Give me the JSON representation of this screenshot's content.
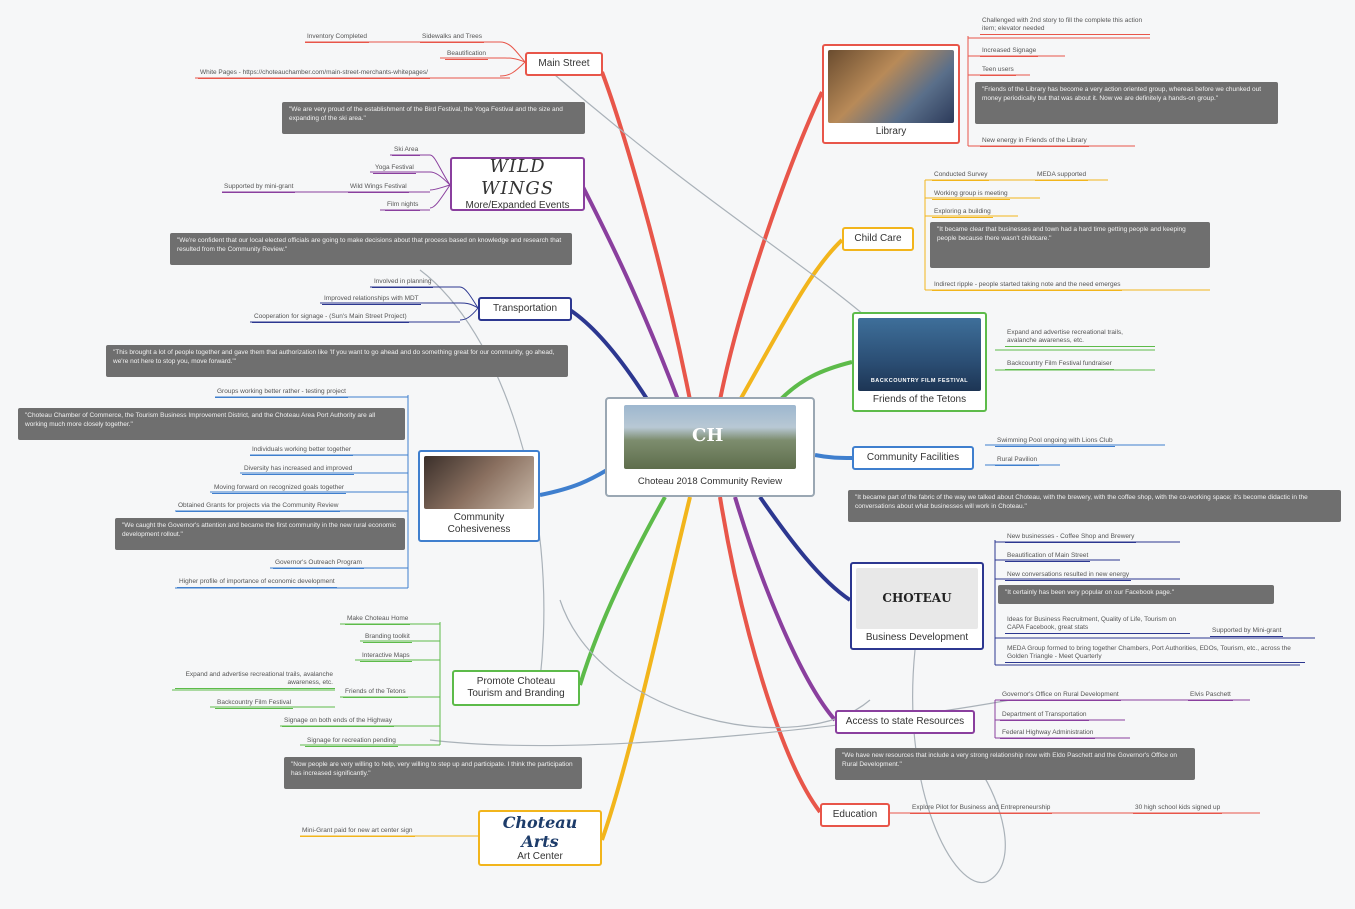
{
  "center": {
    "label": "Choteau 2018 Community Review",
    "town_logo": "CH"
  },
  "main_street": {
    "label": "Main Street",
    "inventory": "Inventory Completed",
    "sidewalks": "Sidewalks and Trees",
    "beautification": "Beautification",
    "yellow_pages": "White Pages - https://choteauchamber.com/main-street-merchants-whitepages/"
  },
  "events": {
    "label": "More/Expanded Events",
    "logo": "WILD WINGS",
    "quote": "\"We are very proud of the establishment of the Bird Festival, the Yoga Festival and the size and expanding of the ski area.\"",
    "items": [
      "Ski Area",
      "Yoga Festival",
      "Wild Wings Festival",
      "Film nights"
    ],
    "supported": "Supported by mini-grant"
  },
  "transportation": {
    "label": "Transportation",
    "quote": "\"We're confident that our local elected officials are going to make decisions about that process based on knowledge and research that resulted from the Community Review.\"",
    "items": [
      "Involved in planning",
      "Improved relationships with MDT",
      "Cooperation for signage - (Sun's Main Street Project)"
    ]
  },
  "cohesiveness": {
    "label": "Community Cohesiveness",
    "quote1": "\"This brought a lot of people together and gave them that authorization like 'If you want to go ahead and do something great for our community, go ahead, we're not here to stop you, move forward.'\"",
    "quote2": "\"Choteau Chamber of Commerce, the Tourism Business Improvement District, and the Choteau Area Port Authority are all working much more closely together.\"",
    "quote3": "\"We caught the Governor's attention and became the first community in the new rural economic development rollout.\"",
    "items": [
      "Groups working better rather - testing project",
      "Individuals working better together",
      "Diversity has increased and improved",
      "Moving forward on recognized goals together",
      "Obtained Grants for projects via the Community Review",
      "Governor's Outreach Program",
      "Higher profile of importance of economic development"
    ]
  },
  "tourism": {
    "label": "Promote Choteau Tourism and Branding",
    "items": [
      "Make Choteau Home",
      "Branding toolkit",
      "Interactive Maps",
      "Friends of the Tetons",
      "Signage on both ends of the Highway",
      "Signage for recreation pending"
    ],
    "expand": "Expand and advertise recreational trails, avalanche awareness, etc.",
    "backcountry": "Backcountry Film Festival",
    "quote": "\"Now people are very willing to help, very willing to step up and participate. I think the participation has increased significantly.\""
  },
  "art": {
    "label": "Art Center",
    "logo": "Choteau Arts",
    "item": "Mini-Grant paid for new art center sign"
  },
  "library": {
    "label": "Library",
    "items": [
      "Challenged with 2nd story to fill the complete this action item; elevator needed",
      "Increased Signage",
      "Teen users",
      "New energy in Friends of the Library"
    ],
    "quote": "\"Friends of the Library has become a very action oriented group, whereas before we chunked out money periodically but that was about it. Now we are definitely a hands-on group.\""
  },
  "childcare": {
    "label": "Child Care",
    "items": [
      "Conducted Survey",
      "Working group is meeting",
      "Exploring a building",
      "Indirect ripple - people started taking note and the need emerges"
    ],
    "mdsw": "MEDA supported",
    "quote": "\"It became clear that businesses and town had a hard time getting people and keeping people because there wasn't childcare.\""
  },
  "tetons": {
    "label": "Friends of the Tetons",
    "banner": "BACKCOUNTRY FILM FESTIVAL",
    "items": [
      "Expand and advertise recreational trails, avalanche awareness, etc.",
      "Backcountry Film Festival fundraiser"
    ]
  },
  "facilities": {
    "label": "Community Facilities",
    "items": [
      "Swimming Pool ongoing with Lions Club",
      "Rural Pavilion"
    ]
  },
  "business": {
    "label": "Business Development",
    "logo": "CHOTEAU",
    "quote1": "\"It became part of the fabric of the way we talked about Choteau, with the brewery, with the coffee shop, with the co-working space; it's become didactic in the conversations about what businesses will work in Choteau.\"",
    "items": [
      "New businesses - Coffee Shop and Brewery",
      "Beautification of Main Street",
      "New conversations resulted in new energy",
      "Ideas for Business Recruitment, Quality of Life, Tourism on CAPA Facebook, great stats",
      "MEDA Group formed to bring together Chambers, Port Authorities, EDOs, Tourism, etc., across the Golden Triangle - Meet Quarterly"
    ],
    "quote2": "\"It certainly has been very popular on our Facebook page.\"",
    "minigrant": "Supported by Mini-grant"
  },
  "state": {
    "label": "Access to state Resources",
    "items": [
      "Governor's Office on Rural Development",
      "Department of Transportation",
      "Federal Highway Administration"
    ],
    "elvis": "Elvis Paschett",
    "quote": "\"We have new resources that include a very strong relationship now with Eldo Paschett and the Governor's Office on Rural Development.\""
  },
  "education": {
    "label": "Education",
    "item": "Explore Pilot for Business and Entrepreneurship",
    "signed": "30 high school kids signed up"
  },
  "colors": {
    "red": "#e8564a",
    "purple": "#8a3f9e",
    "navy": "#2c3790",
    "indigo": "#3a3f9a",
    "green": "#5dbb4a",
    "yellow": "#f2b51c",
    "blue": "#3f7fce",
    "gray": "#6f6f6f"
  }
}
